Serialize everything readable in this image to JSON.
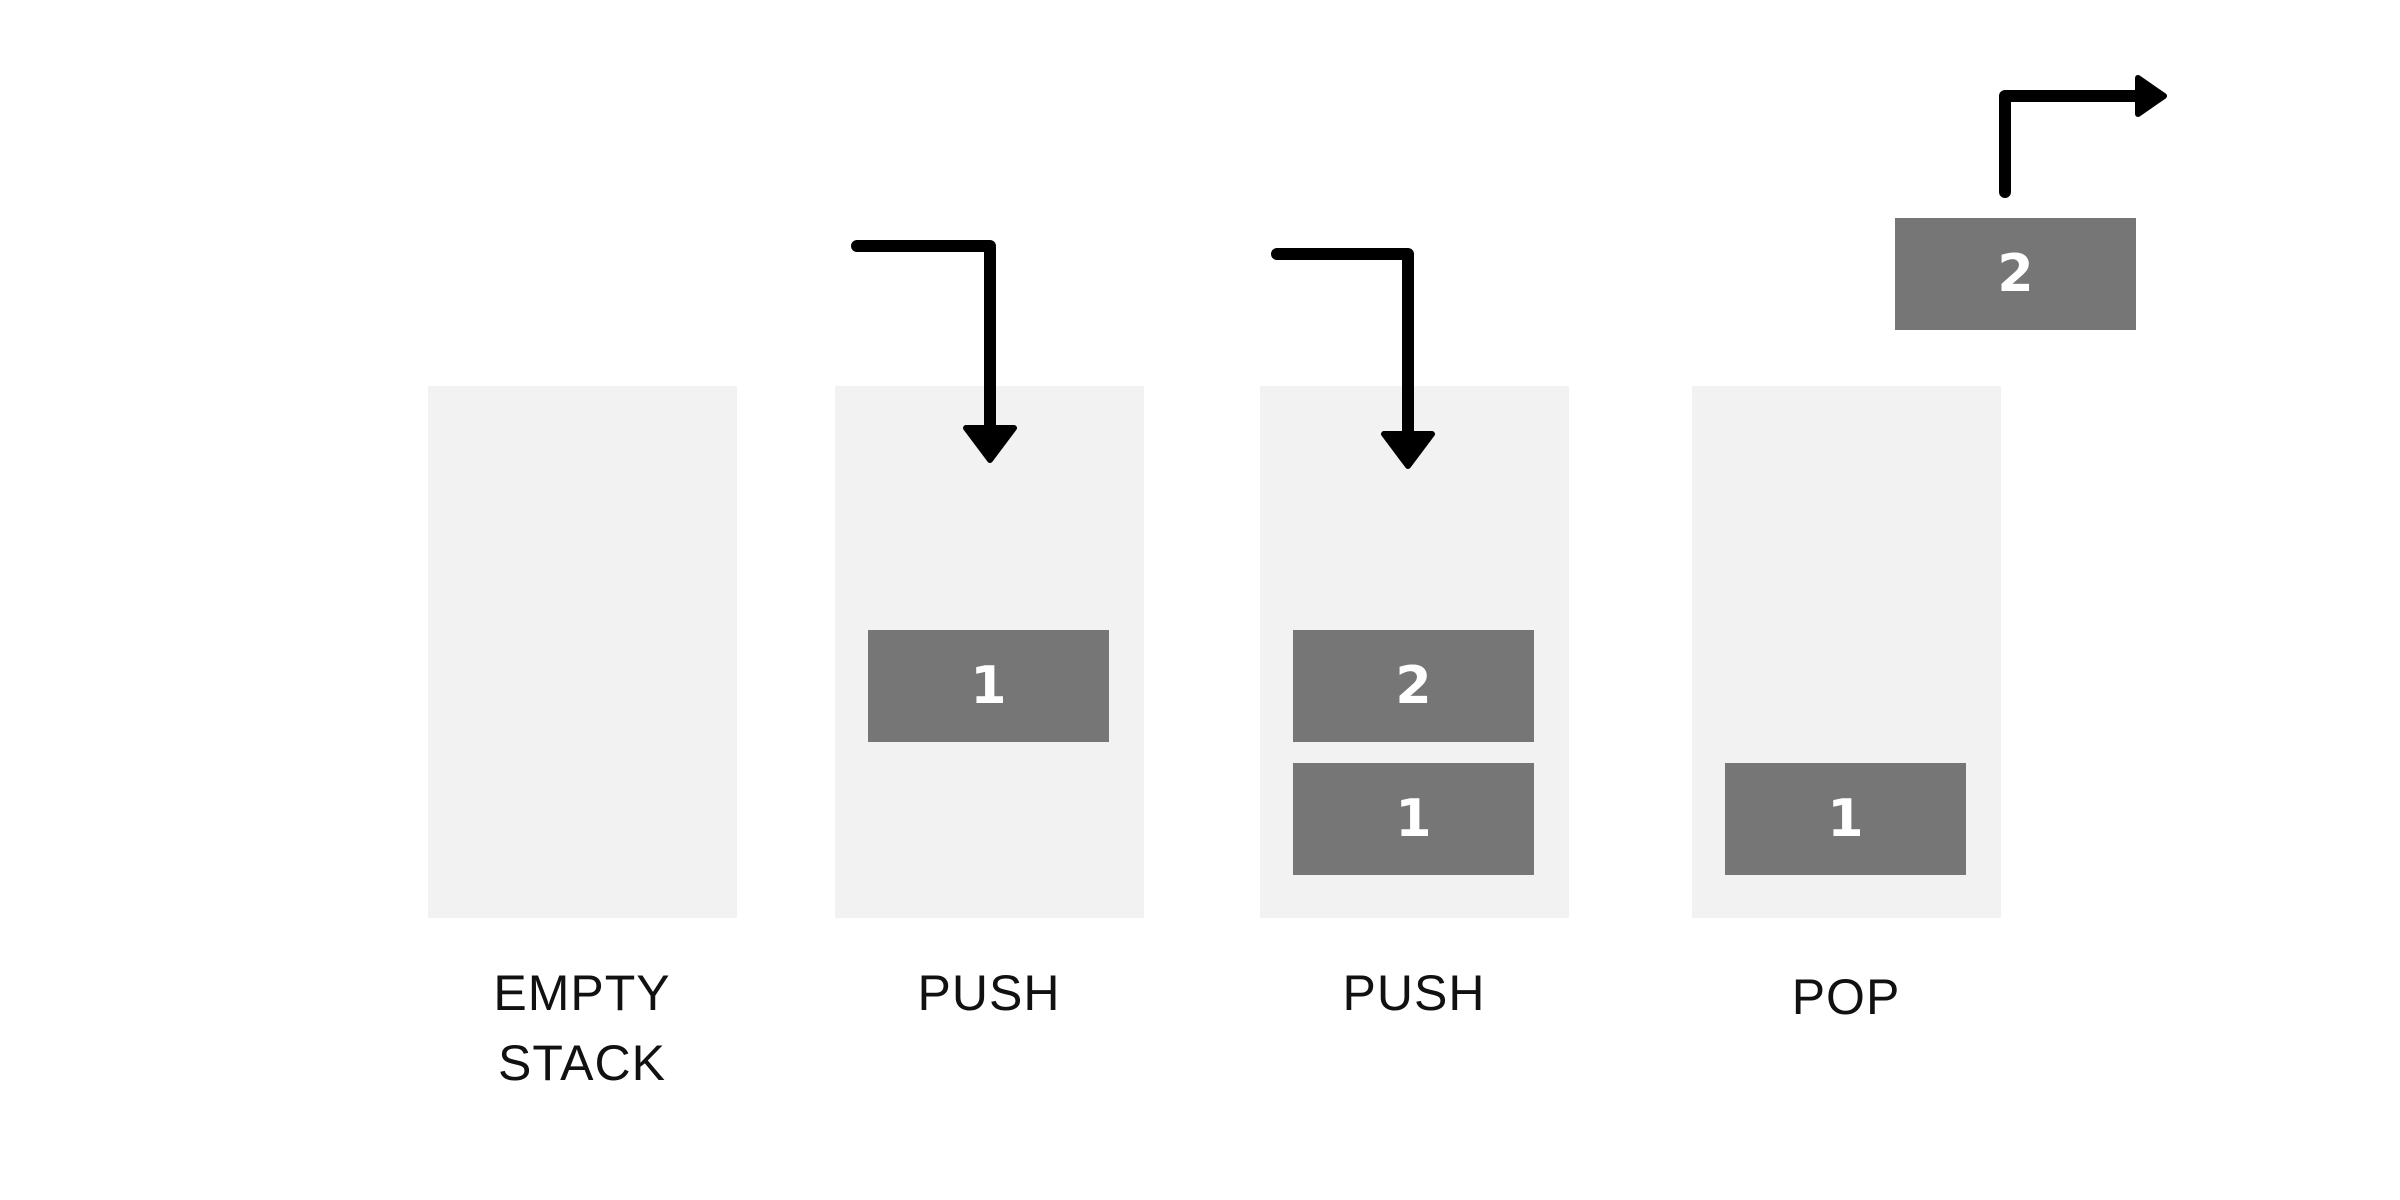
{
  "colors": {
    "background": "#ffffff",
    "stack": "#f2f2f2",
    "block": "#767676",
    "block_text": "#ffffff",
    "arrow": "#000000"
  },
  "steps": [
    {
      "label_line1": "EMPTY",
      "label_line2": "STACK",
      "blocks": []
    },
    {
      "label_line1": "PUSH",
      "blocks": [
        "1"
      ]
    },
    {
      "label_line1": "PUSH",
      "blocks": [
        "2",
        "1"
      ]
    },
    {
      "label_line1": "POP",
      "blocks": [
        "1"
      ],
      "popped": "2"
    }
  ]
}
